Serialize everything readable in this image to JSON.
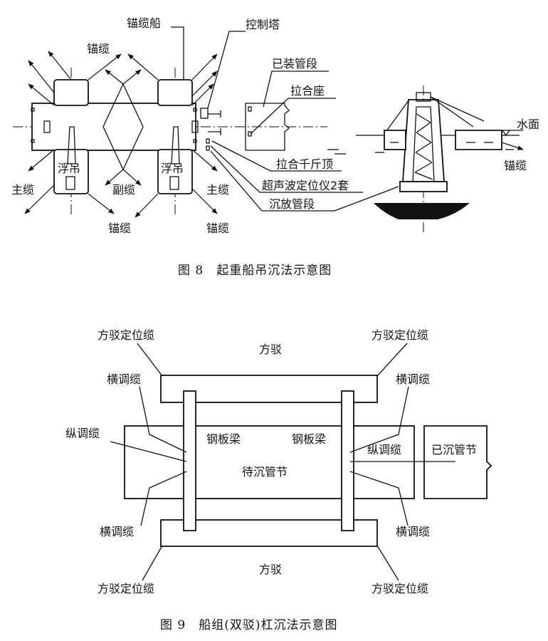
{
  "figure8": {
    "labels": {
      "mooring_ship": "锚缆船",
      "control_tower": "控制塔",
      "anchor_cable_top": "锚缆",
      "installed_segment": "已装管段",
      "pulling_seat": "拉合座",
      "floating_crane_left": "浮吊",
      "floating_crane_right": "浮吊",
      "main_cable_left": "主缆",
      "aux_cable": "副缆",
      "main_cable_right": "主缆",
      "pulling_jack": "拉合千斤顶",
      "ultrasonic": "超声波定位仪2套",
      "sinking_segment": "沉放管段",
      "anchor_cable_bottom_left": "锚缆",
      "anchor_cable_bottom_right": "锚缆",
      "water_surface": "水面",
      "anchor_cable_side": "锚缆"
    },
    "caption": "图 8　起重船吊沉法示意图"
  },
  "figure9": {
    "labels": {
      "barge_top": "方驳",
      "barge_bottom": "方驳",
      "pos_cable_tl": "方驳定位缆",
      "pos_cable_tr": "方驳定位缆",
      "pos_cable_bl": "方驳定位缆",
      "pos_cable_br": "方驳定位缆",
      "lat_cable_tl": "横调缆",
      "lat_cable_tr": "横调缆",
      "lat_cable_bl": "横调缆",
      "lat_cable_br": "横调缆",
      "long_cable_left": "纵调缆",
      "long_cable_right": "纵调缆",
      "steel_beam_left": "钢板梁",
      "steel_beam_right": "钢板梁",
      "segment_to_sink": "待沉管节",
      "sunk_segment": "已沉管节"
    },
    "caption": "图 9　船组(双驳)杠沉法示意图"
  }
}
